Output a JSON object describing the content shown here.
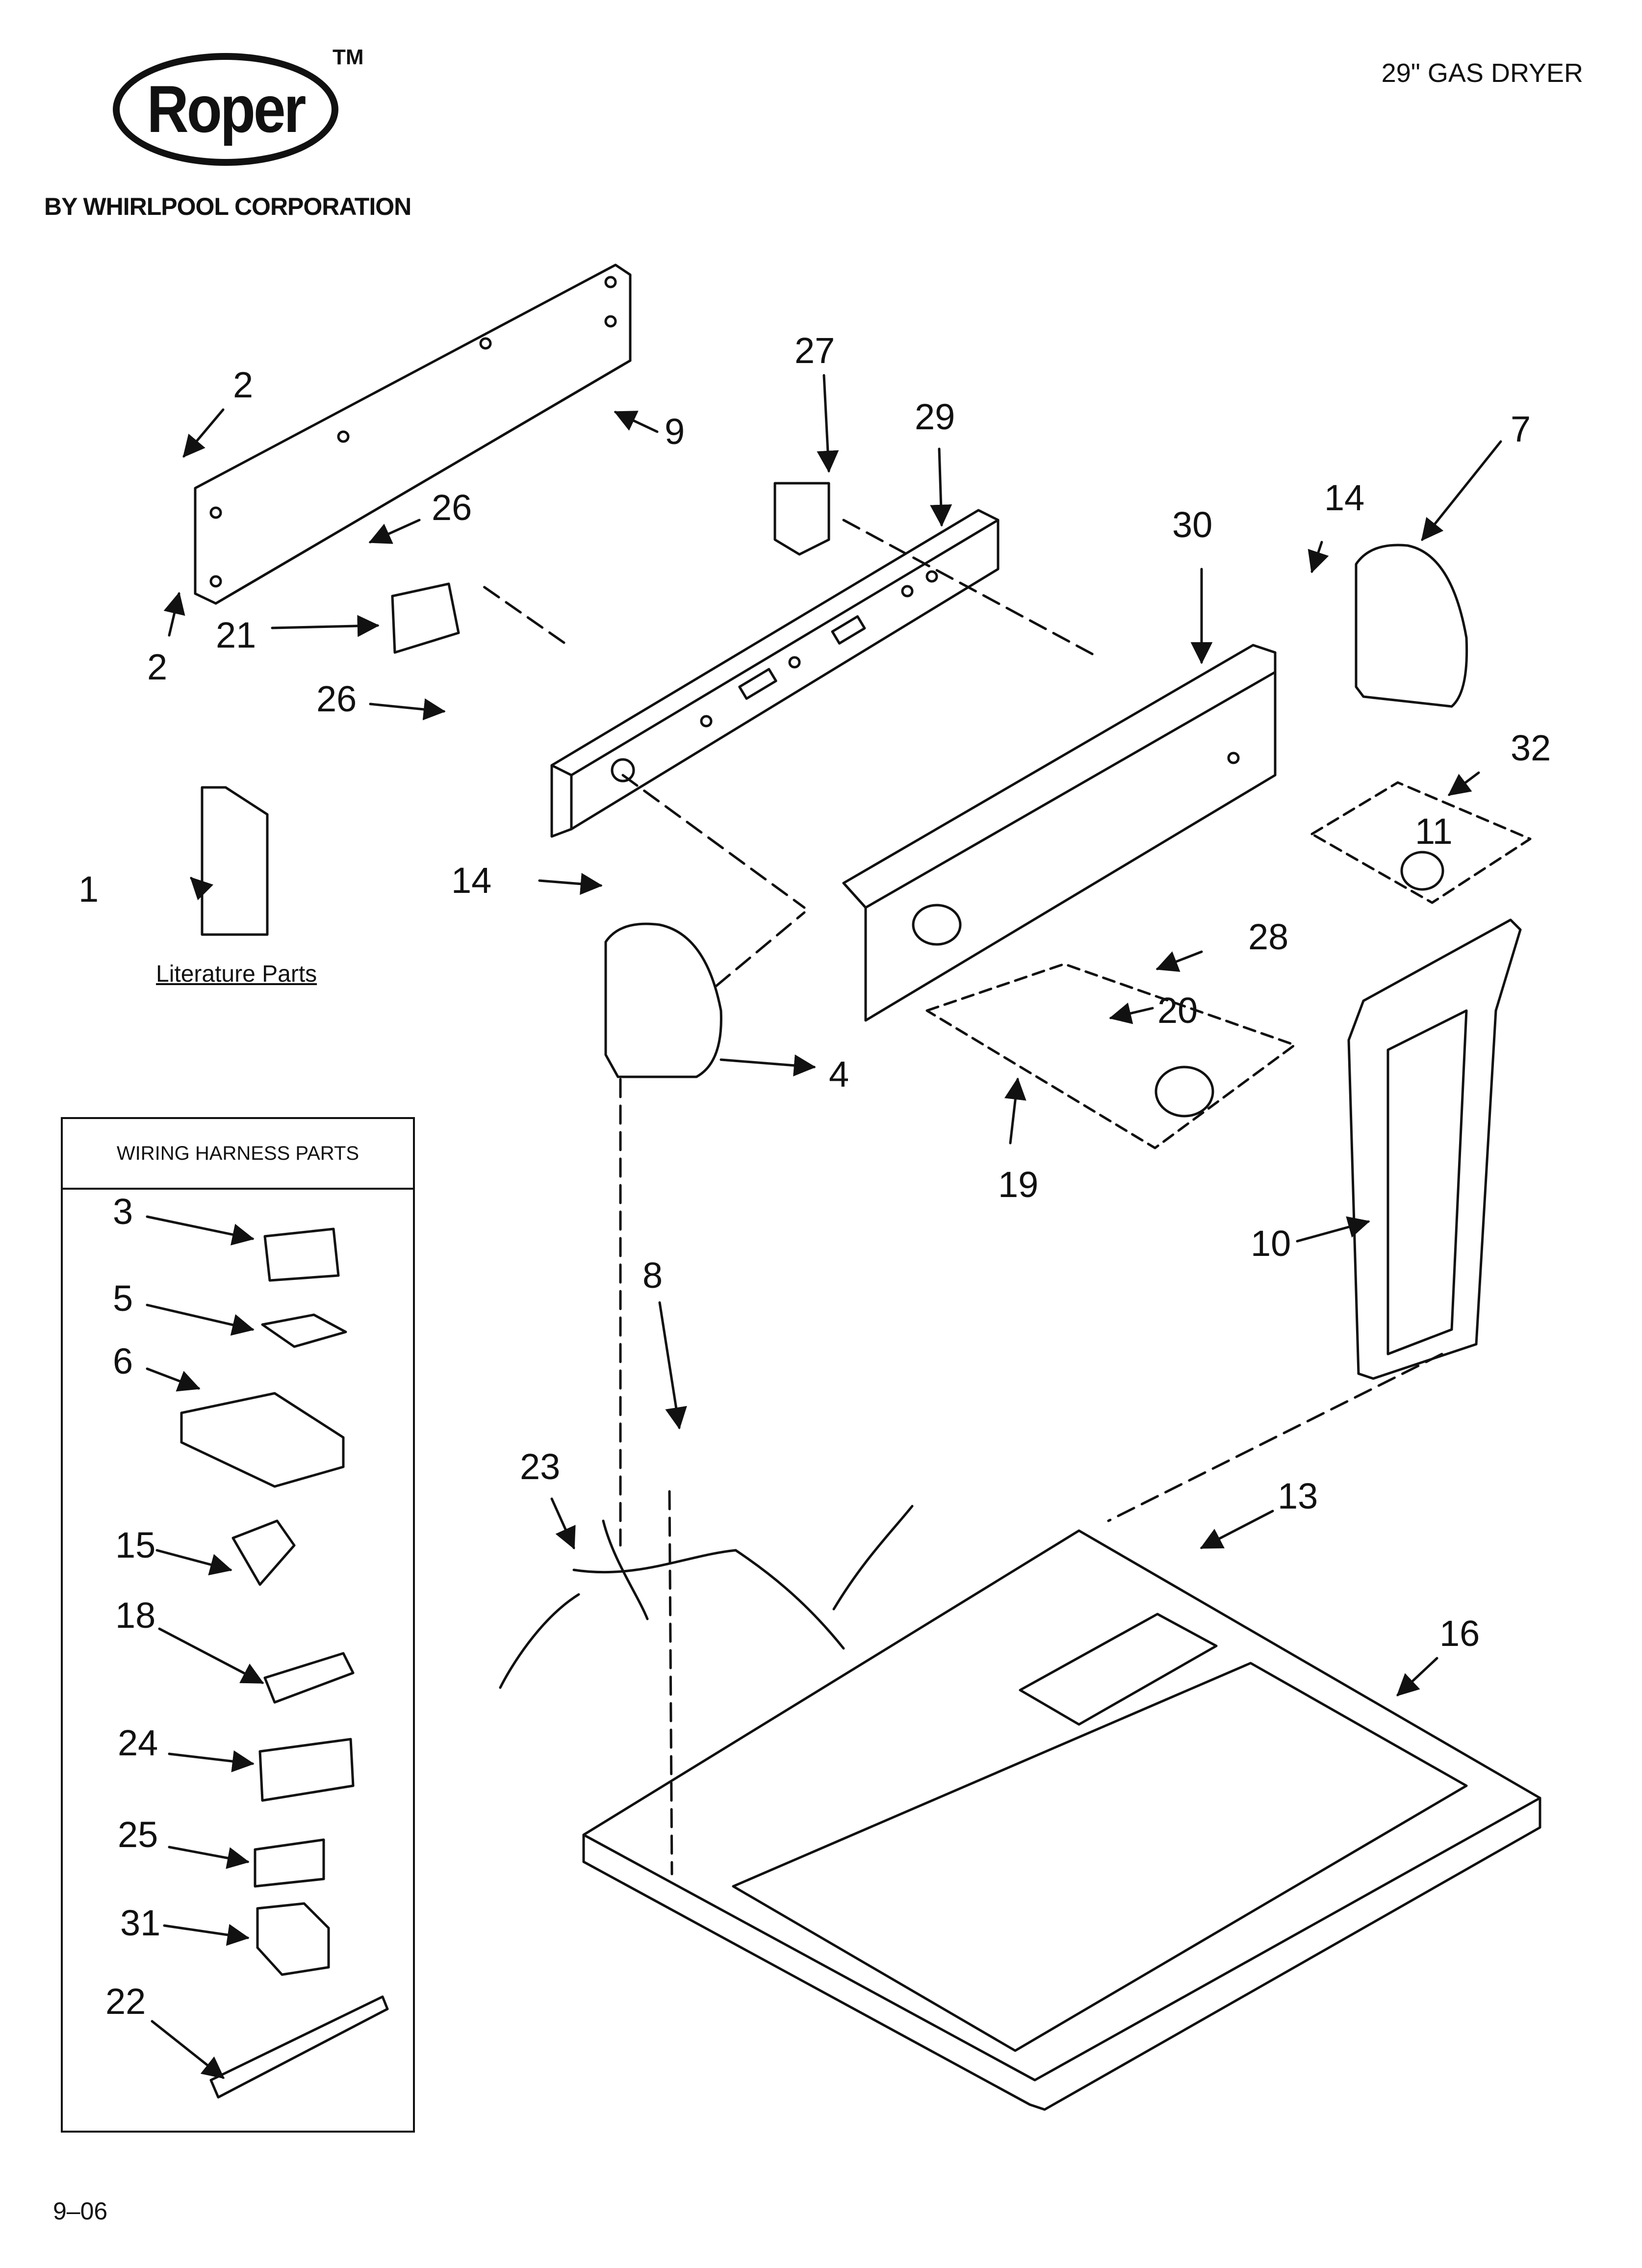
{
  "brand": {
    "name": "Roper",
    "tm": "TM",
    "byline": "BY WHIRLPOOL CORPORATION"
  },
  "doc": {
    "title": "29\" GAS DRYER",
    "footer": "9–06"
  },
  "literature_label": "Literature Parts",
  "wiring_box_title": "WIRING HARNESS PARTS",
  "callouts": [
    "1",
    "2",
    "2",
    "3",
    "4",
    "5",
    "6",
    "7",
    "8",
    "9",
    "10",
    "11",
    "13",
    "14",
    "14",
    "15",
    "16",
    "18",
    "19",
    "20",
    "21",
    "22",
    "23",
    "24",
    "25",
    "26",
    "26",
    "27",
    "28",
    "29",
    "30",
    "31",
    "32"
  ]
}
